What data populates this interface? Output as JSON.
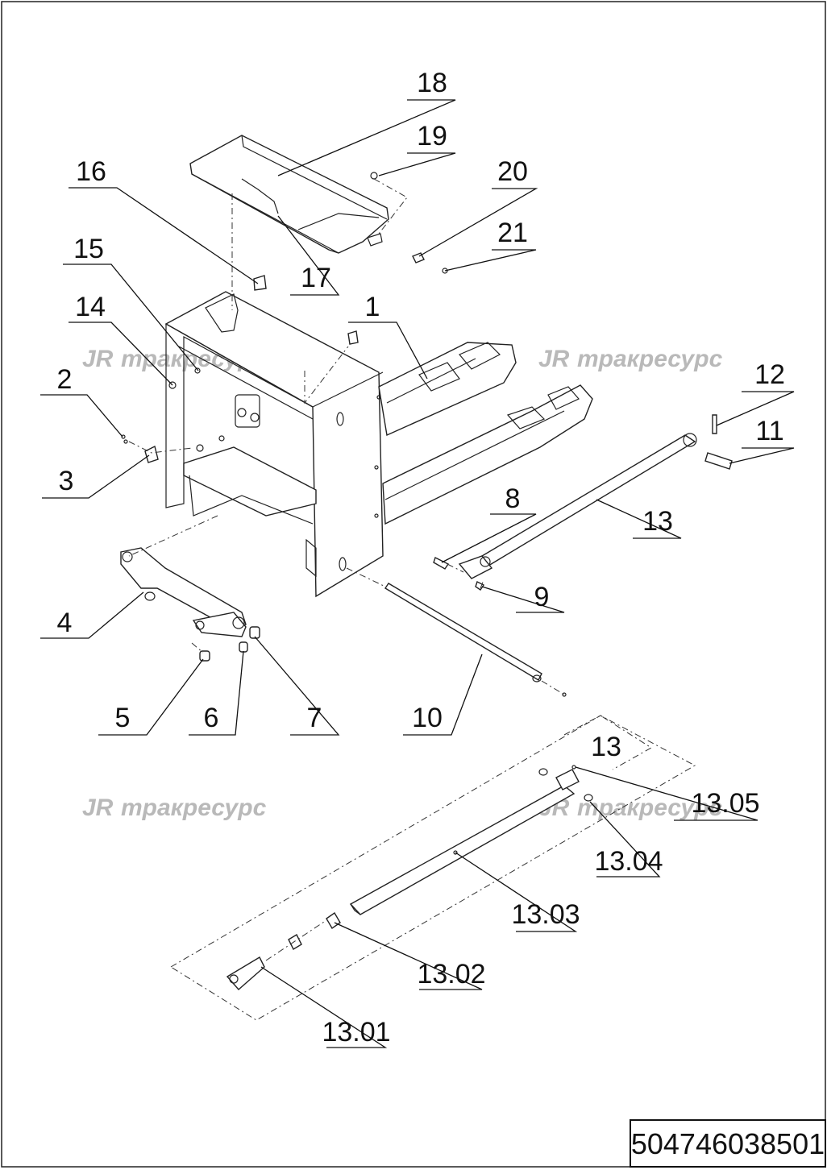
{
  "diagram": {
    "part_labels": [
      "1",
      "2",
      "3",
      "4",
      "5",
      "6",
      "7",
      "8",
      "9",
      "10",
      "11",
      "12",
      "13",
      "14",
      "15",
      "16",
      "17",
      "18",
      "19",
      "20",
      "21"
    ],
    "sub_labels": [
      "13",
      "13.01",
      "13.02",
      "13.03",
      "13.04",
      "13.05"
    ],
    "watermark": "трaкресурс",
    "watermark_logo": "JR",
    "drawing_number": "504746038501"
  }
}
